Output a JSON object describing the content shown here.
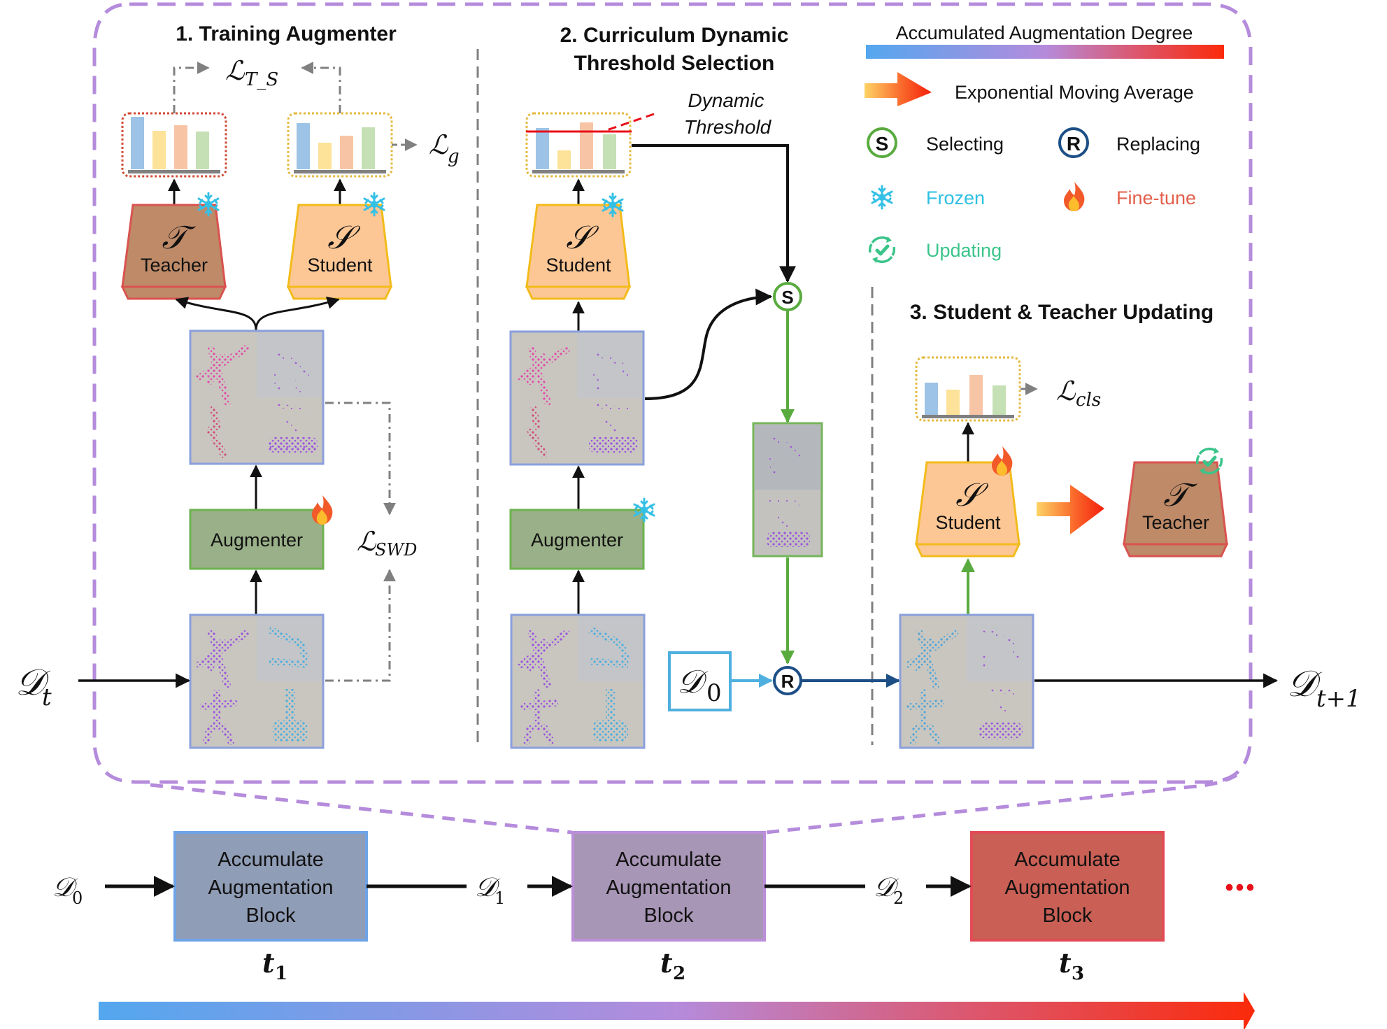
{
  "sections": {
    "training": {
      "title": "1. Training Augmenter"
    },
    "curriculum": {
      "title_line1": "2. Curriculum Dynamic",
      "title_line2": "Threshold Selection"
    },
    "updating": {
      "title": "3. Student & Teacher Updating"
    }
  },
  "models": {
    "teacher": {
      "symbol": "𝒯",
      "label": "Teacher",
      "fill": "#be8a68",
      "stroke": "#d9534f"
    },
    "student": {
      "symbol": "𝒮",
      "label": "Student",
      "fill": "#fcc795",
      "stroke": "#f3bb1b"
    }
  },
  "augmenter": {
    "label": "Augmenter",
    "fill": "#9ab088",
    "stroke": "#6db24f"
  },
  "losses": {
    "ts": {
      "main": "ℒ",
      "sub": "T_S"
    },
    "g": {
      "main": "ℒ",
      "sub": "g"
    },
    "swd": {
      "main": "ℒ",
      "sub": "SWD"
    },
    "cls": {
      "main": "ℒ",
      "sub": "cls"
    }
  },
  "threshold": {
    "label_line1": "Dynamic",
    "label_line2": "Threshold"
  },
  "datasets": {
    "dt": {
      "main": "𝒟",
      "sub": "t"
    },
    "dt1": {
      "main": "𝒟",
      "sub": "t+1"
    },
    "d0_box": {
      "main": "𝒟",
      "sub": "0"
    }
  },
  "ops": {
    "select": "S",
    "replace": "R"
  },
  "legend": {
    "degree_label": "Accumulated Augmentation Degree",
    "ema_label": "Exponential Moving Average",
    "items": [
      {
        "icon": "selecting-icon",
        "label": "Selecting",
        "color": "#111111"
      },
      {
        "icon": "replacing-icon",
        "label": "Replacing",
        "color": "#111111"
      },
      {
        "icon": "frozen-icon",
        "label": "Frozen",
        "color": "#2ec0e3"
      },
      {
        "icon": "fine-tune-icon",
        "label": "Fine-tune",
        "color": "#e3604b"
      },
      {
        "icon": "updating-icon",
        "label": "Updating",
        "color": "#3bc48a"
      }
    ]
  },
  "timeline": {
    "blocks": [
      {
        "line1": "Accumulate",
        "line2": "Augmentation",
        "line3": "Block",
        "time": "t",
        "time_sub": "1",
        "input": "𝒟",
        "input_sub": "0",
        "fill": "#909db6",
        "stroke": "#6ea4e6"
      },
      {
        "line1": "Accumulate",
        "line2": "Augmentation",
        "line3": "Block",
        "time": "t",
        "time_sub": "2",
        "input": "𝒟",
        "input_sub": "1",
        "fill": "#a896b6",
        "stroke": "#bb8ed9"
      },
      {
        "line1": "Accumulate",
        "line2": "Augmentation",
        "line3": "Block",
        "time": "t",
        "time_sub": "3",
        "input": "𝒟",
        "input_sub": "2",
        "fill": "#c95f55",
        "stroke": "#e24b55"
      }
    ],
    "ellipsis": "•••"
  },
  "colors": {
    "gradient_start": "#53a7ef",
    "gradient_mid": "#b58bdc",
    "gradient_end": "#fb2a0a",
    "panel_dash": "#b58bdc",
    "bar_blue": "#9dc3e6",
    "bar_yellow": "#fde399",
    "bar_orange": "#f7c5a5",
    "bar_green": "#c5e0b4"
  }
}
